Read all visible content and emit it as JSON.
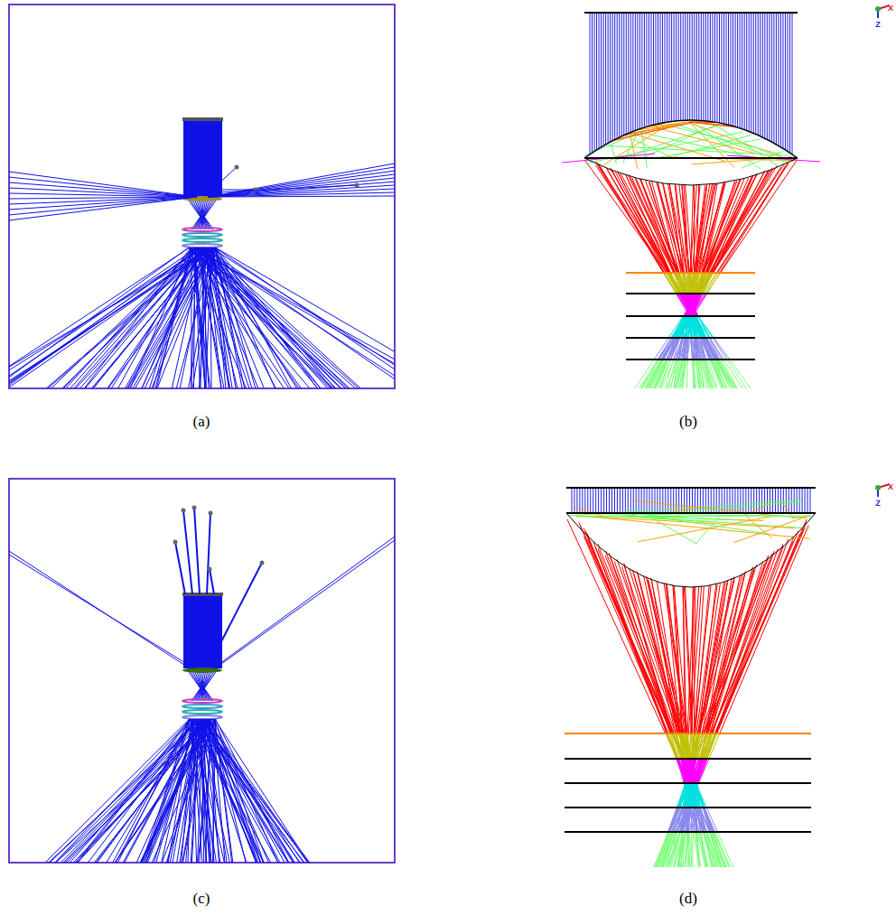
{
  "diagram": {
    "labels": [
      "(a)",
      "(b)",
      "(c)",
      "(d)",
      "X",
      "Z",
      "X",
      "Z"
    ]
  }
}
